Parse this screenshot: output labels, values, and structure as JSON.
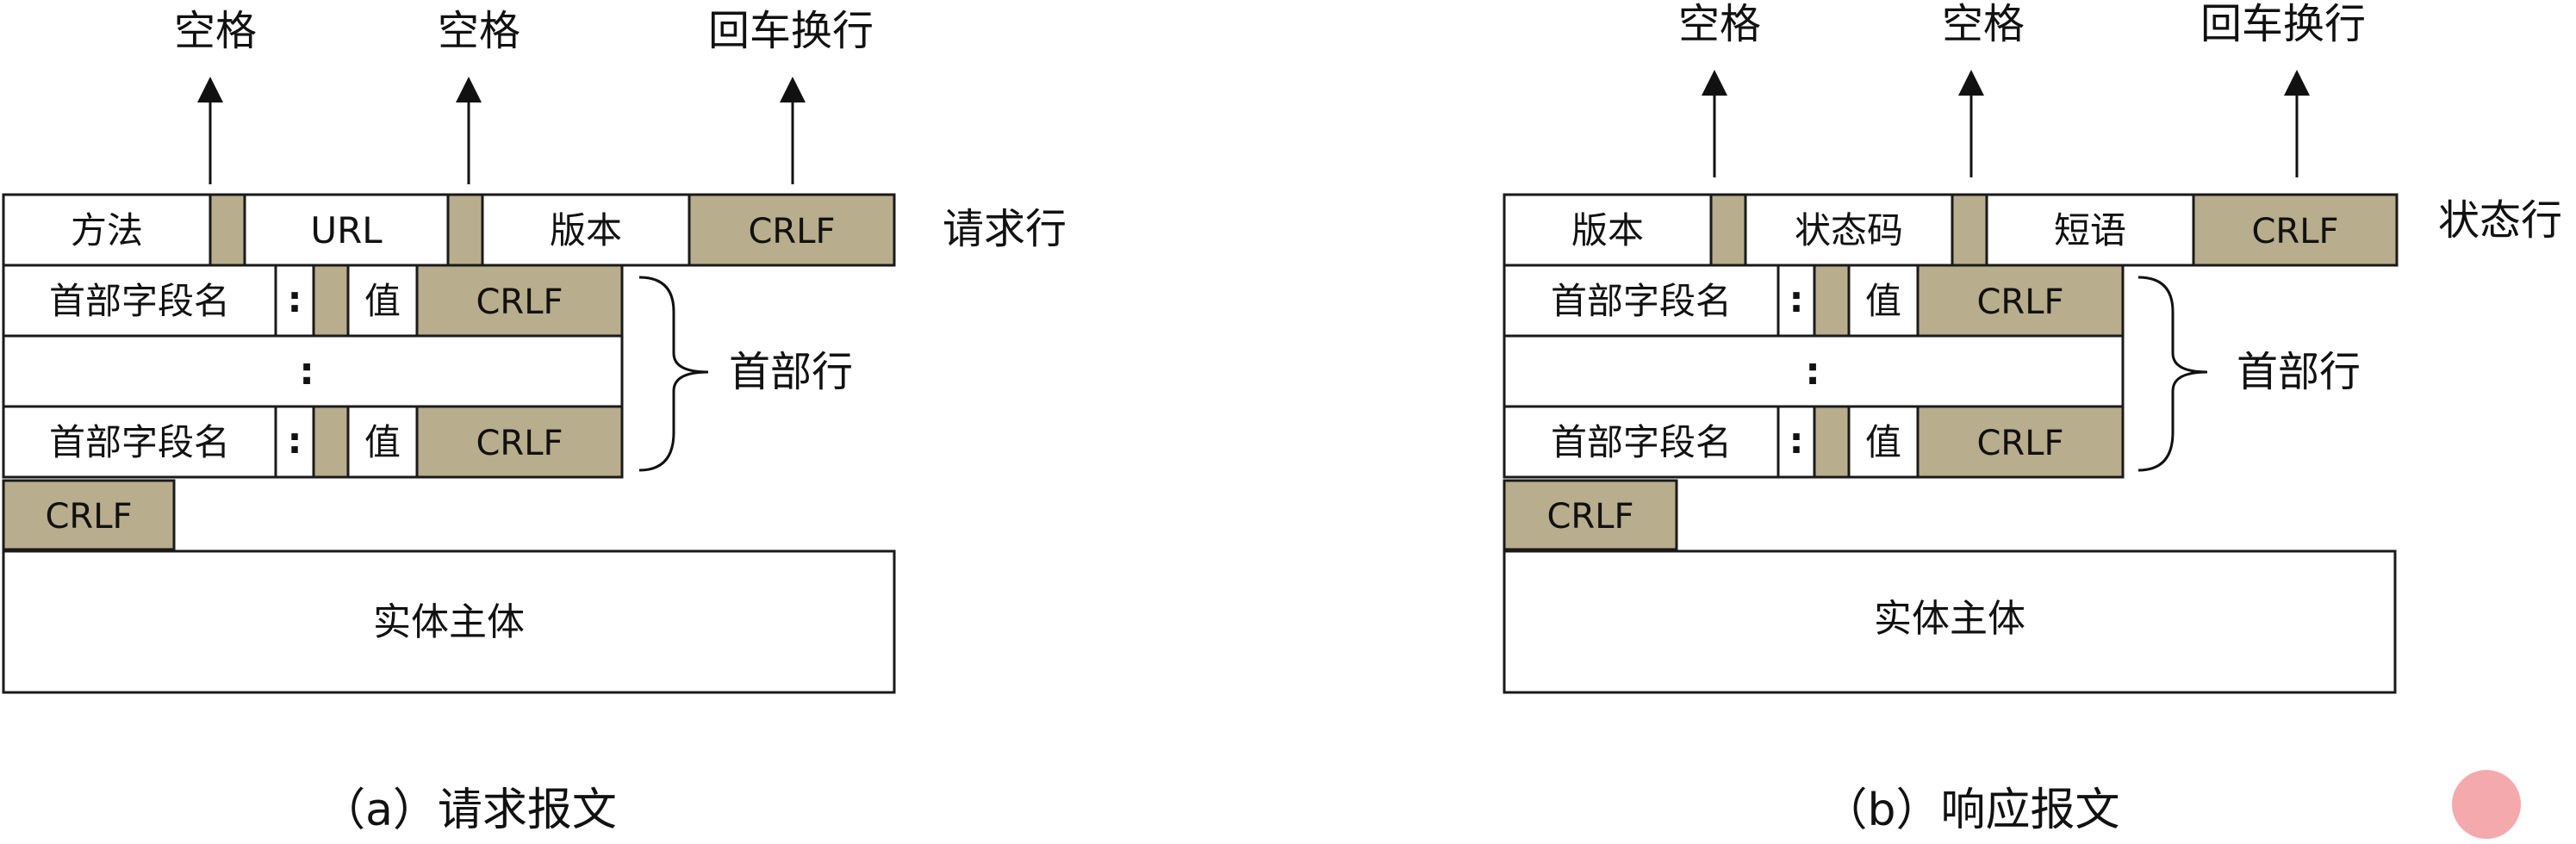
{
  "colors": {
    "tan": "#b8ad8c",
    "border": "#1a1a1a",
    "background": "#ffffff"
  },
  "request": {
    "top_labels": [
      "空格",
      "空格",
      "回车换行"
    ],
    "line_cells": [
      "方法",
      "",
      "URL",
      "",
      "版本",
      "CRLF"
    ],
    "line_label": "请求行",
    "header_row1": [
      "首部字段名",
      ":",
      "",
      "值",
      "CRLF"
    ],
    "header_dots": ":",
    "header_row2": [
      "首部字段名",
      ":",
      "",
      "值",
      "CRLF"
    ],
    "header_label": "首部行",
    "crlf": "CRLF",
    "body": "实体主体",
    "caption": "（a）请求报文"
  },
  "response": {
    "top_labels": [
      "空格",
      "空格",
      "回车换行"
    ],
    "line_cells": [
      "版本",
      "",
      "状态码",
      "",
      "短语",
      "CRLF"
    ],
    "line_label": "状态行",
    "header_row1": [
      "首部字段名",
      ":",
      "",
      "值",
      "CRLF"
    ],
    "header_dots": ":",
    "header_row2": [
      "首部字段名",
      ":",
      "",
      "值",
      "CRLF"
    ],
    "header_label": "首部行",
    "crlf": "CRLF",
    "body": "实体主体",
    "caption": "（b）响应报文"
  },
  "decor_icon": "pink-circle-icon"
}
